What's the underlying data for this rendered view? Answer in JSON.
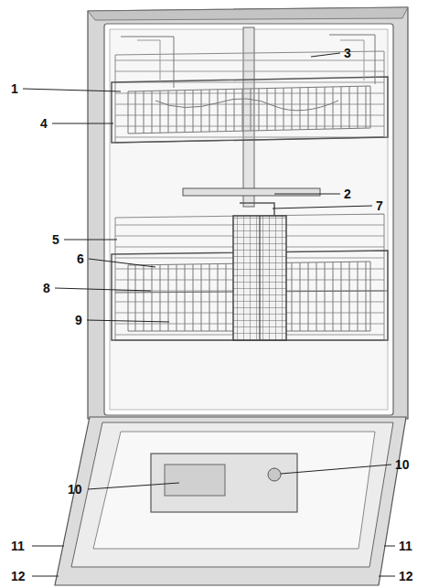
{
  "diagram": {
    "labels": [
      "1",
      "3",
      "4",
      "2",
      "7",
      "5",
      "6",
      "8",
      "9",
      "10",
      "10",
      "11",
      "11",
      "12",
      "12"
    ]
  }
}
